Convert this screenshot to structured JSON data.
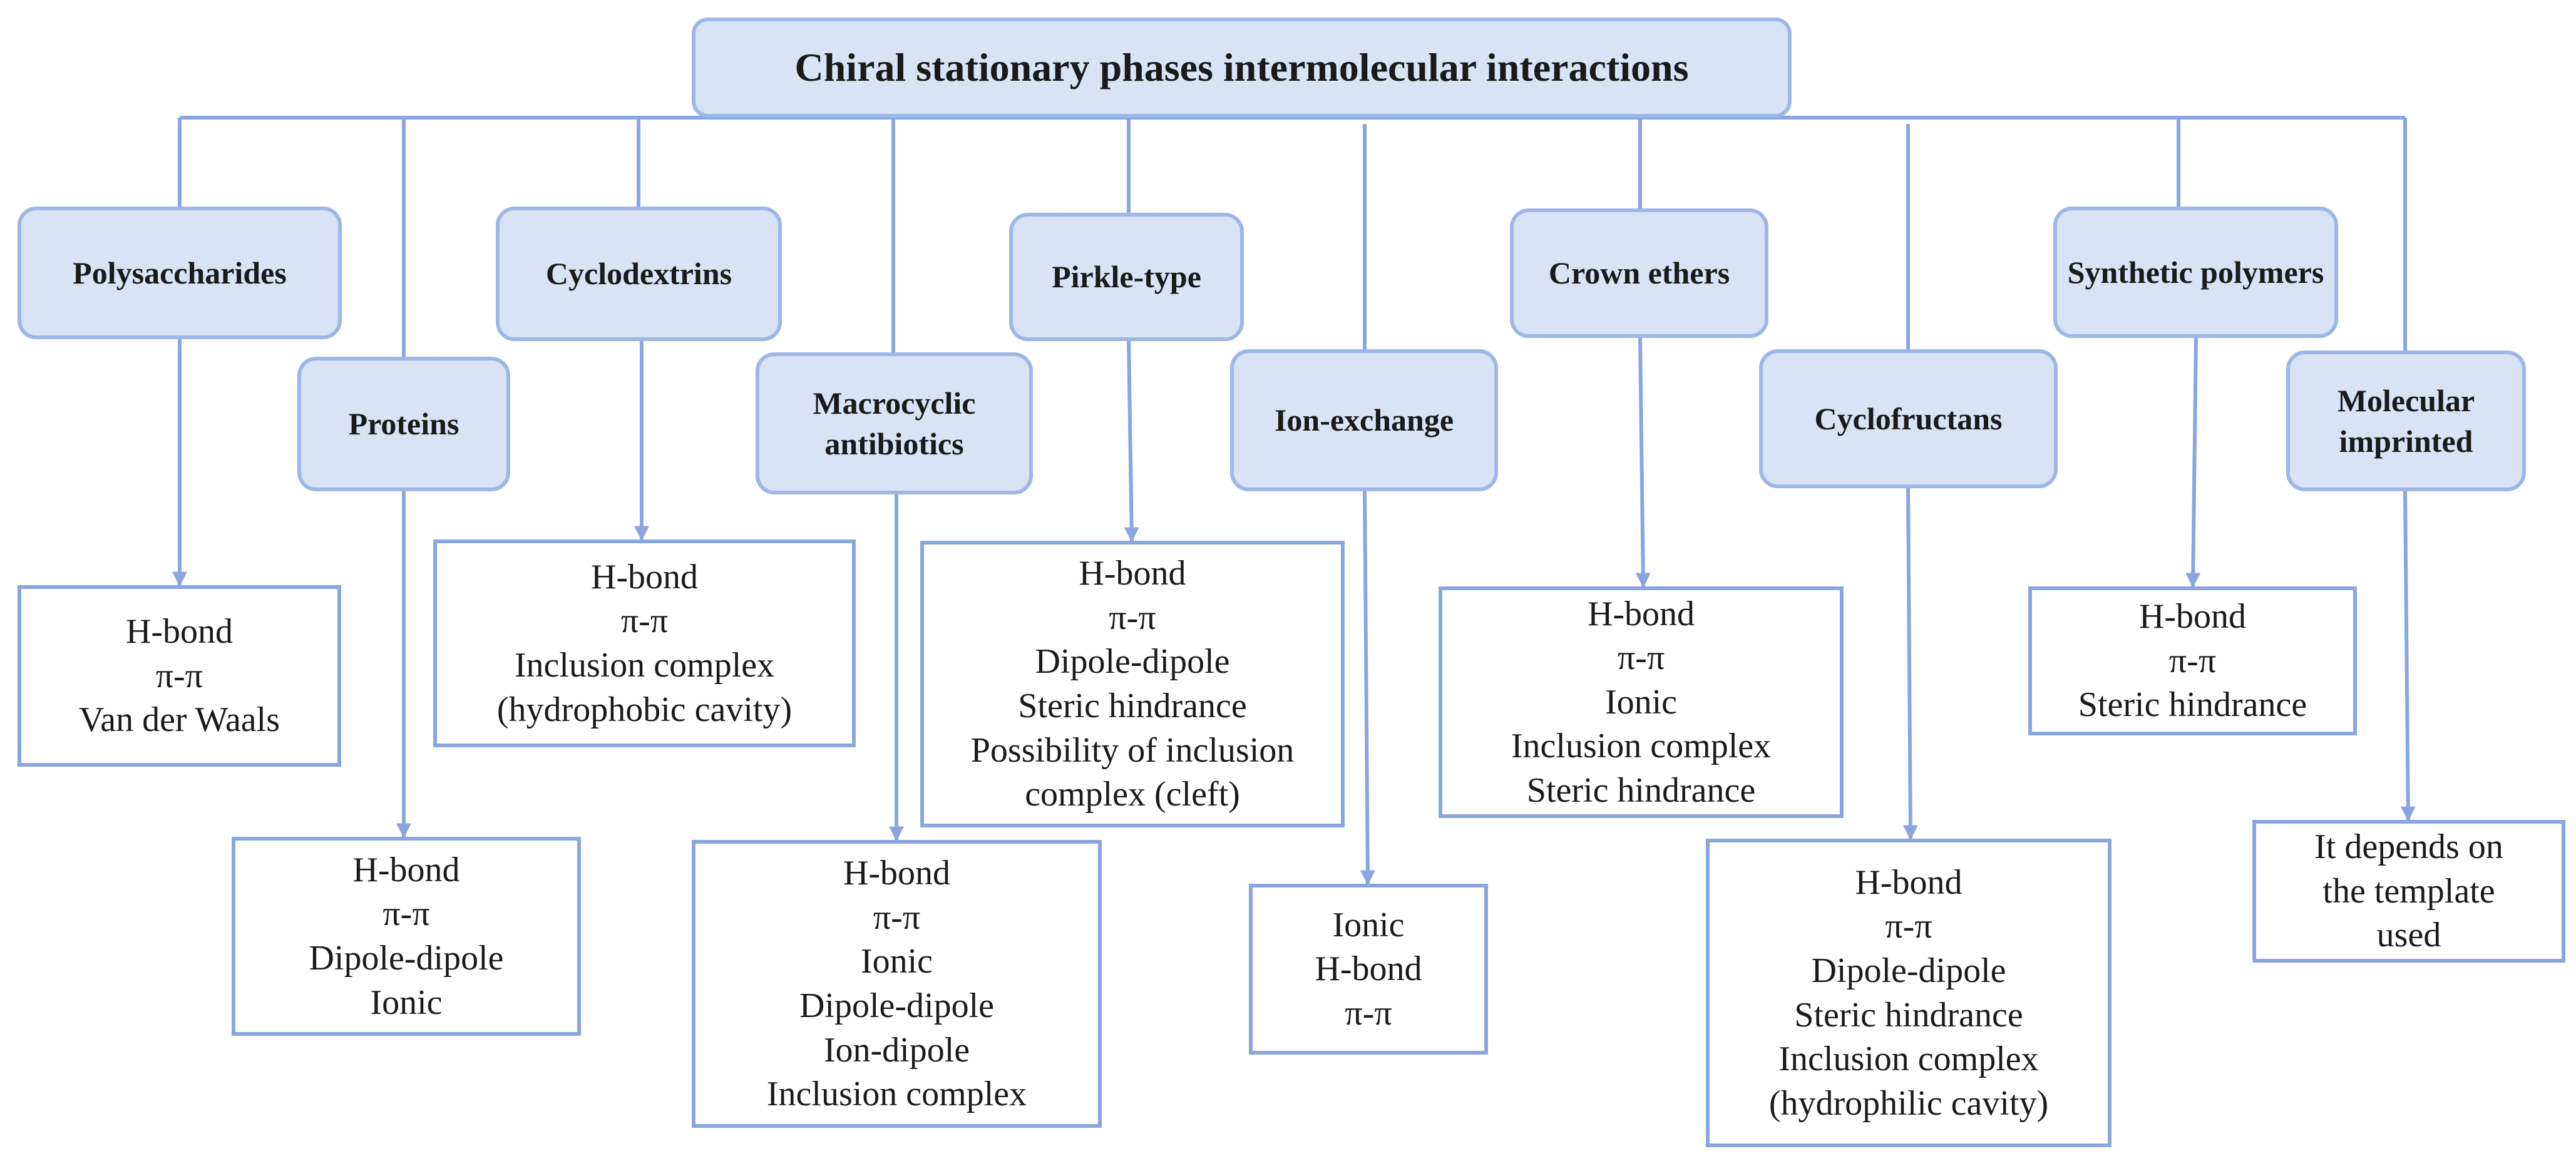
{
  "title": "Chiral stationary phases intermolecular interactions",
  "categories": [
    {
      "name": "Polysaccharides",
      "interactions": [
        "H-bond",
        "π-π",
        "Van der Waals"
      ]
    },
    {
      "name": "Proteins",
      "interactions": [
        "H-bond",
        "π-π",
        "Dipole-dipole",
        "Ionic"
      ]
    },
    {
      "name": "Cyclodextrins",
      "interactions": [
        "H-bond",
        "π-π",
        "Inclusion complex",
        "(hydrophobic cavity)"
      ]
    },
    {
      "name": "Macrocyclic antibiotics",
      "interactions": [
        "H-bond",
        "π-π",
        "Ionic",
        "Dipole-dipole",
        "Ion-dipole",
        "Inclusion complex"
      ]
    },
    {
      "name": "Pirkle-type",
      "interactions": [
        "H-bond",
        "π-π",
        "Dipole-dipole",
        "Steric hindrance",
        "Possibility of inclusion",
        "complex (cleft)"
      ]
    },
    {
      "name": "Ion-exchange",
      "interactions": [
        "Ionic",
        "H-bond",
        "π-π"
      ]
    },
    {
      "name": "Crown ethers",
      "interactions": [
        "H-bond",
        "π-π",
        "Ionic",
        "Inclusion complex",
        "Steric hindrance"
      ]
    },
    {
      "name": "Cyclofructans",
      "interactions": [
        "H-bond",
        "π-π",
        "Dipole-dipole",
        "Steric hindrance",
        "Inclusion complex",
        "(hydrophilic cavity)"
      ]
    },
    {
      "name": "Synthetic polymers",
      "interactions": [
        "H-bond",
        "π-π",
        "Steric hindrance"
      ]
    },
    {
      "name": "Molecular imprinted",
      "interactions": [
        "It depends on",
        "the template",
        "used"
      ]
    }
  ]
}
